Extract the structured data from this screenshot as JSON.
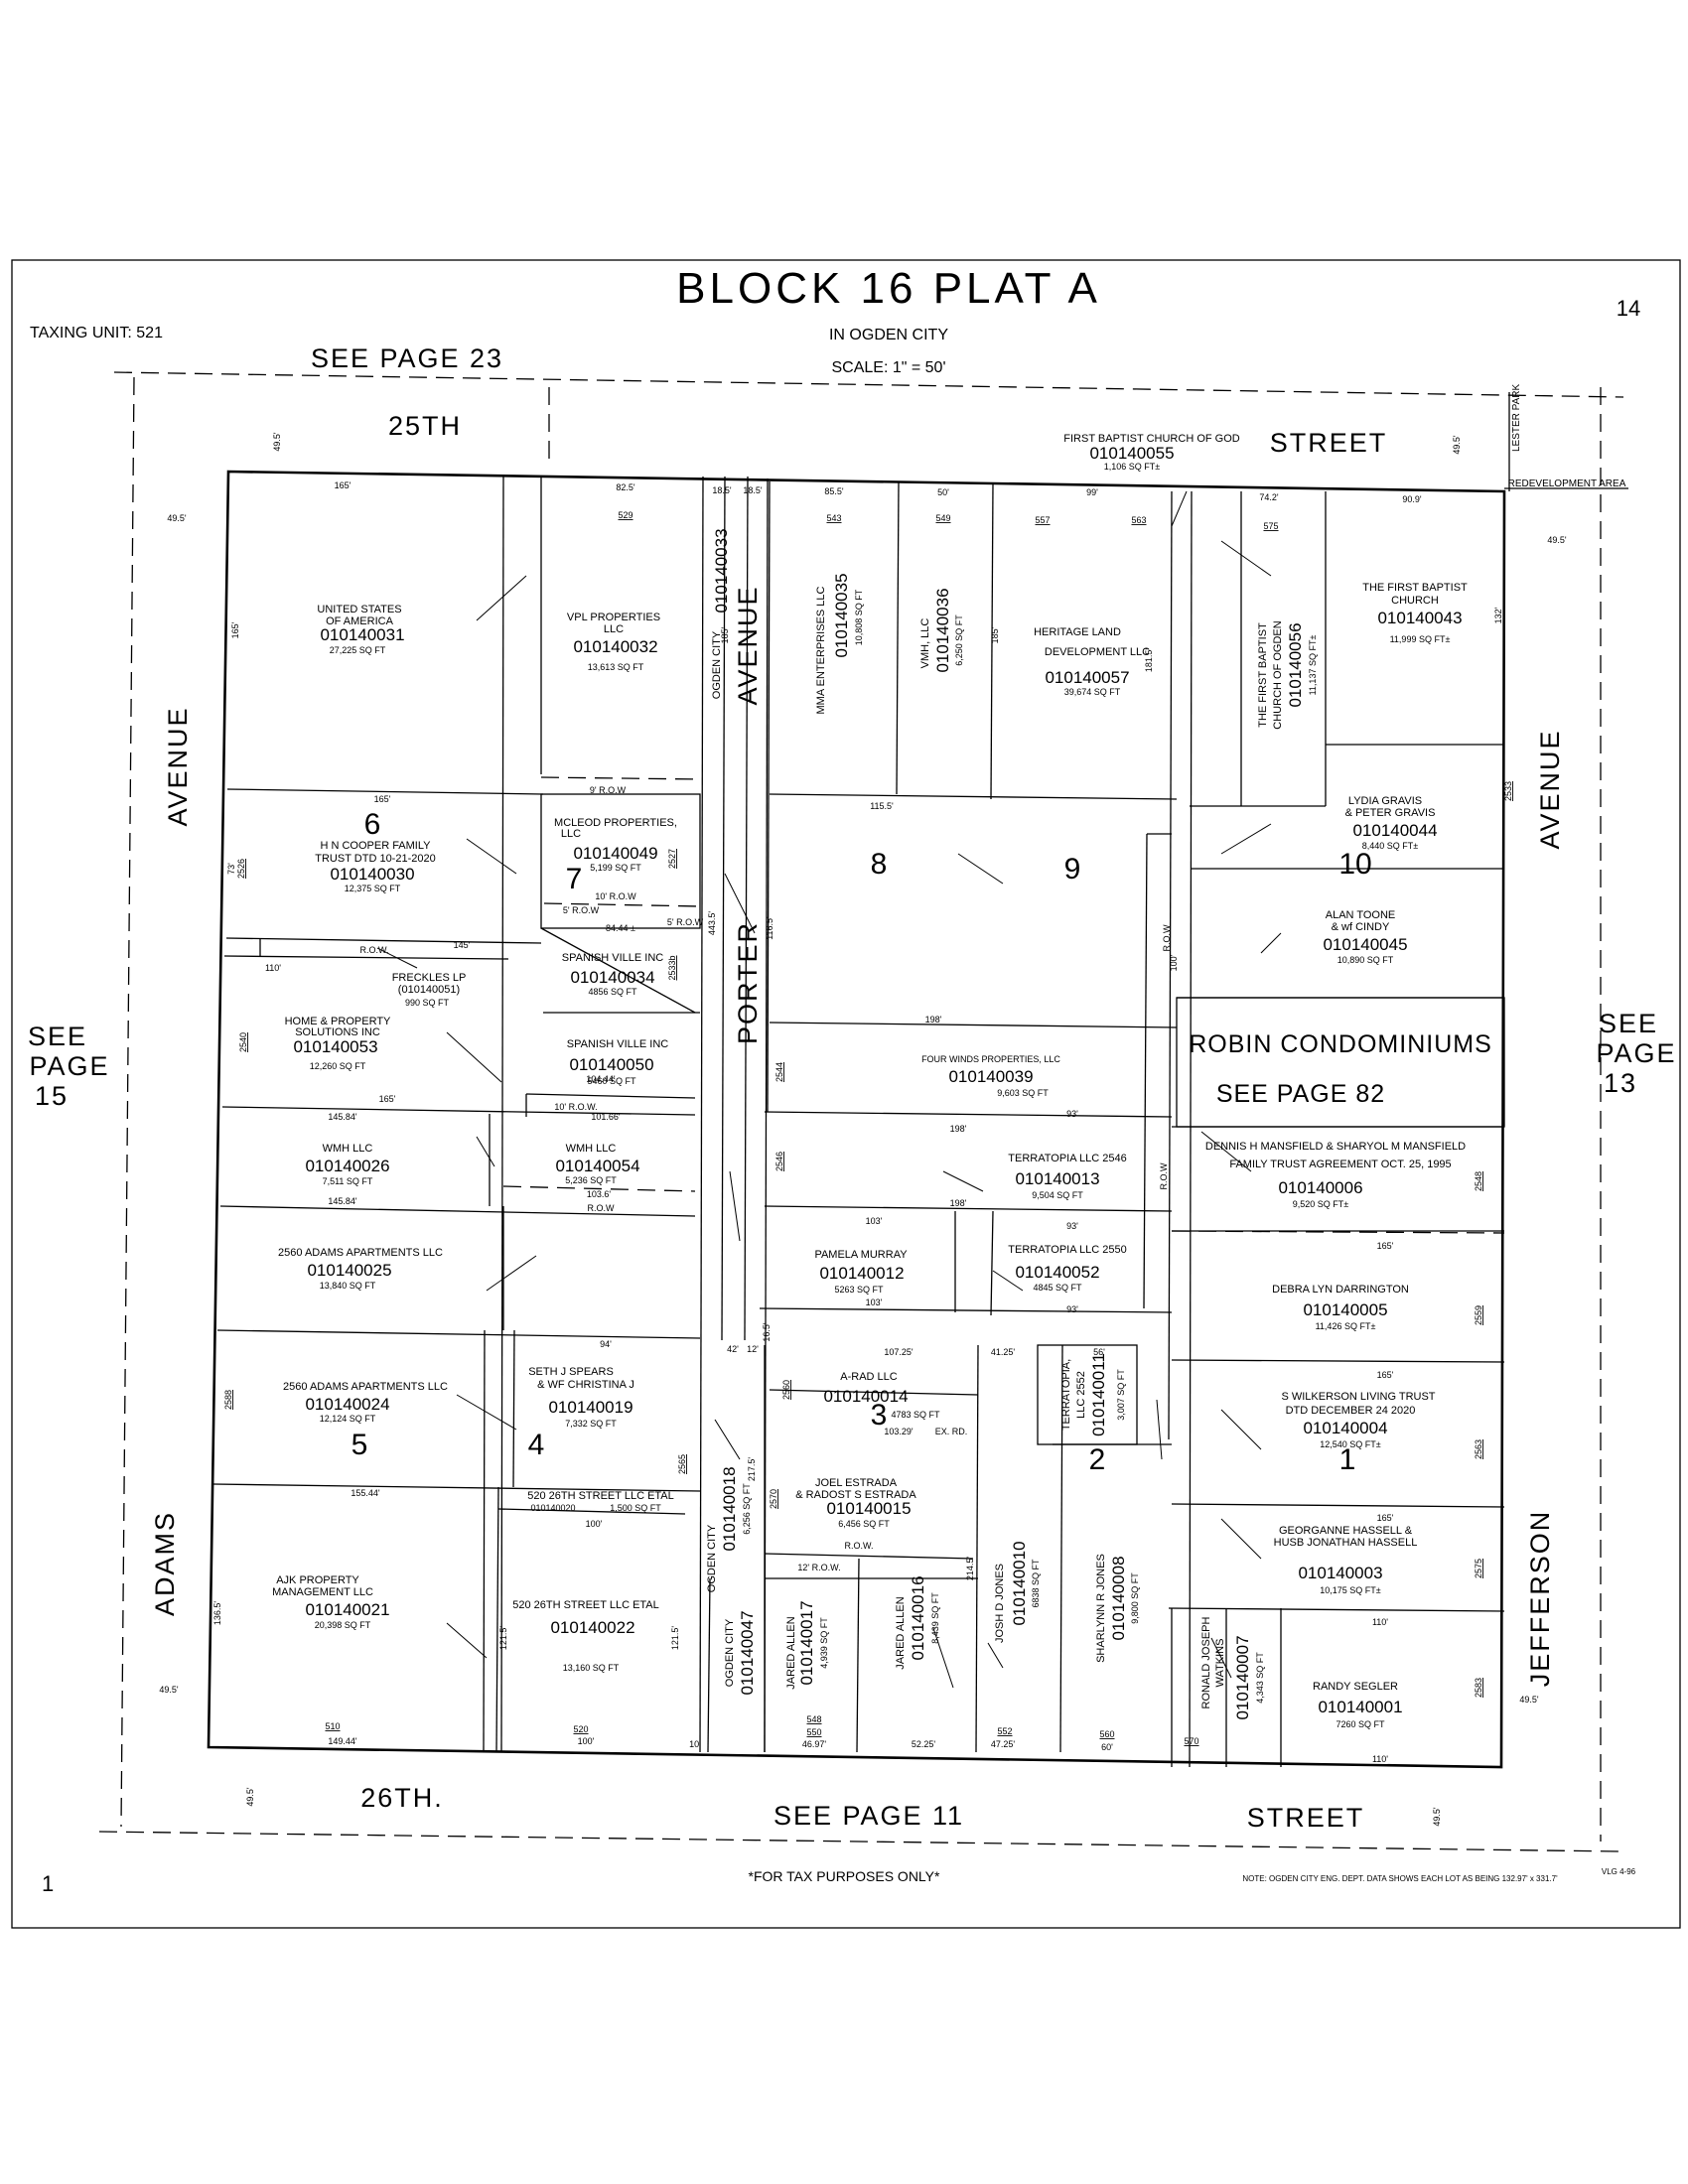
{
  "title": "BLOCK 16 PLAT A",
  "subtitle": "IN OGDEN CITY",
  "scale": "SCALE: 1\" = 50'",
  "page_number": "14",
  "taxing_unit": "TAXING UNIT: 521",
  "corner_number": "1",
  "footer_note": "*FOR TAX PURPOSES ONLY*",
  "eng_note": "NOTE: OGDEN CITY ENG. DEPT. DATA SHOWS EACH LOT AS BEING 132.97' x 331.7'",
  "revision": "VLG 4-96",
  "see_pages": {
    "top": "SEE PAGE 23",
    "bottom": "SEE PAGE 11",
    "left_1": "SEE",
    "left_2": "PAGE",
    "left_3": "15",
    "right_1": "SEE",
    "right_2": "PAGE",
    "right_3": "13"
  },
  "streets": {
    "top_left": "25TH",
    "top_right": "STREET",
    "bottom_left": "26TH.",
    "bottom_right": "STREET",
    "left_avenue": "AVENUE",
    "left_adams": "ADAMS",
    "right_avenue": "AVENUE",
    "right_jefferson": "JEFFERSON",
    "porter": "PORTER",
    "porter_avenue": "AVENUE",
    "lester_park": "LESTER PARK",
    "redevelopment": "REDEVELOPMENT AREA"
  },
  "condo": {
    "name": "ROBIN CONDOMINIUMS",
    "see": "SEE PAGE 82"
  },
  "parcels": [
    {
      "owner": "UNITED STATES",
      "owner2": "OF AMERICA",
      "id": "010140031",
      "area": "27,225 SQ FT"
    },
    {
      "owner": "VPL PROPERTIES",
      "owner2": "LLC",
      "id": "010140032",
      "area": "13,613 SQ FT"
    },
    {
      "owner": "H N COOPER FAMILY",
      "owner2": "TRUST DTD 10-21-2020",
      "id": "010140030",
      "area": "12,375 SQ FT"
    },
    {
      "owner": "MCLEOD PROPERTIES,",
      "owner2": "LLC",
      "id": "010140049",
      "area": "5,199 SQ FT"
    },
    {
      "owner": "FRECKLES LP",
      "owner2": "(010140051)",
      "id": "",
      "area": "990 SQ FT"
    },
    {
      "owner": "HOME & PROPERTY",
      "owner2": "SOLUTIONS INC",
      "id": "010140053",
      "area": "12,260 SQ FT"
    },
    {
      "owner": "SPANISH VILLE INC",
      "owner2": "",
      "id": "010140034",
      "area": "4856 SQ FT"
    },
    {
      "owner": "SPANISH VILLE INC",
      "owner2": "",
      "id": "010140050",
      "area": "5460 SQ FT"
    },
    {
      "owner": "WMH LLC",
      "owner2": "",
      "id": "010140026",
      "area": "7,511 SQ FT"
    },
    {
      "owner": "WMH LLC",
      "owner2": "",
      "id": "010140054",
      "area": "5,236 SQ FT"
    },
    {
      "owner": "2560 ADAMS APARTMENTS LLC",
      "owner2": "",
      "id": "010140025",
      "area": "13,840 SQ FT"
    },
    {
      "owner": "2560 ADAMS APARTMENTS LLC",
      "owner2": "",
      "id": "010140024",
      "area": "12,124 SQ FT"
    },
    {
      "owner": "SETH J SPEARS",
      "owner2": "& WF CHRISTINA J",
      "id": "010140019",
      "area": "7,332 SQ FT"
    },
    {
      "owner": "520 26TH STREET LLC ETAL",
      "owner2": "",
      "id": "010140020",
      "area": "1,500 SQ FT"
    },
    {
      "owner": "AJK PROPERTY",
      "owner2": "MANAGEMENT LLC",
      "id": "010140021",
      "area": "20,398 SQ FT"
    },
    {
      "owner": "520 26TH STREET LLC ETAL",
      "owner2": "",
      "id": "010140022",
      "area": "13,160 SQ FT"
    },
    {
      "owner": "MMA ENTERPRISES LLC",
      "owner2": "",
      "id": "010140035",
      "area": "10,808 SQ FT"
    },
    {
      "owner": "VMH, LLC",
      "owner2": "",
      "id": "010140036",
      "area": "6,250 SQ FT"
    },
    {
      "owner": "HERITAGE LAND",
      "owner2": "DEVELOPMENT LLC",
      "id": "010140057",
      "area": "39,674 SQ FT"
    },
    {
      "owner": "FIRST BAPTIST CHURCH OF GOD",
      "owner2": "",
      "id": "010140055",
      "area": "1,106 SQ FT±"
    },
    {
      "owner": "THE FIRST BAPTIST",
      "owner2": "CHURCH OF OGDEN",
      "id": "010140056",
      "area": "11,137 SQ FT±"
    },
    {
      "owner": "THE FIRST BAPTIST",
      "owner2": "CHURCH",
      "id": "010140043",
      "area": "11,999 SQ FT±"
    },
    {
      "owner": "LYDIA GRAVIS",
      "owner2": "& PETER GRAVIS",
      "id": "010140044",
      "area": "8,440 SQ FT±"
    },
    {
      "owner": "ALAN TOONE",
      "owner2": "& wf CINDY",
      "id": "010140045",
      "area": "10,890 SQ FT"
    },
    {
      "owner": "FOUR WINDS PROPERTIES, LLC",
      "owner2": "",
      "id": "010140039",
      "area": "9,603 SQ FT"
    },
    {
      "owner": "TERRATOPIA LLC 2546",
      "owner2": "",
      "id": "010140013",
      "area": "9,504 SQ FT"
    },
    {
      "owner": "DENNIS H MANSFIELD & SHARYOL M MANSFIELD",
      "owner2": "FAMILY TRUST AGREEMENT OCT. 25, 1995",
      "id": "010140006",
      "area": "9,520 SQ FT±"
    },
    {
      "owner": "PAMELA MURRAY",
      "owner2": "",
      "id": "010140012",
      "area": "5263 SQ FT"
    },
    {
      "owner": "TERRATOPIA LLC 2550",
      "owner2": "",
      "id": "010140052",
      "area": "4845 SQ FT"
    },
    {
      "owner": "DEBRA LYN DARRINGTON",
      "owner2": "",
      "id": "010140005",
      "area": "11,426 SQ FT±"
    },
    {
      "owner": "A-RAD LLC",
      "owner2": "",
      "id": "010140014",
      "area": "4783 SQ FT"
    },
    {
      "owner": "TERRATOPIA,",
      "owner2": "LLC 2552",
      "id": "010140011",
      "area": "3,007 SQ FT"
    },
    {
      "owner": "S WILKERSON LIVING TRUST",
      "owner2": "DTD DECEMBER 24 2020",
      "id": "010140004",
      "area": "12,540 SQ FT±"
    },
    {
      "owner": "JOEL ESTRADA",
      "owner2": "& RADOST S ESTRADA",
      "id": "010140015",
      "area": "6,456 SQ FT"
    },
    {
      "owner": "OGDEN CITY",
      "owner2": "",
      "id": "010140018",
      "area": "6,256 SQ FT"
    },
    {
      "owner": "GEORGANNE HASSELL &",
      "owner2": "HUSB JONATHAN HASSELL",
      "id": "010140003",
      "area": "10,175 SQ FT±"
    },
    {
      "owner": "OGDEN CITY",
      "owner2": "",
      "id": "010140047",
      "area": ""
    },
    {
      "owner": "JARED ALLEN",
      "owner2": "",
      "id": "010140017",
      "area": "4,939 SQ FT"
    },
    {
      "owner": "JARED ALLEN",
      "owner2": "",
      "id": "010140016",
      "area": "8,439 SQ FT"
    },
    {
      "owner": "JOSH D JONES",
      "owner2": "",
      "id": "010140010",
      "area": "6838 SQ FT"
    },
    {
      "owner": "SHARLYNN R JONES",
      "owner2": "",
      "id": "010140008",
      "area": "9,800 SQ FT"
    },
    {
      "owner": "RONALD JOSEPH",
      "owner2": "WATKINS",
      "id": "010140007",
      "area": "4,343 SQ FT"
    },
    {
      "owner": "RANDY SEGLER",
      "owner2": "",
      "id": "010140001",
      "area": "7260 SQ FT"
    },
    {
      "owner": "OGDEN CITY",
      "owner2": "",
      "id": "010140033",
      "area": ""
    }
  ],
  "lot_numbers": [
    "6",
    "7",
    "8",
    "9",
    "10",
    "5",
    "4",
    "3",
    "2",
    "1"
  ],
  "dimensions": {
    "d165": "165'",
    "d82_5": "82.5'",
    "d18_5": "18.5'",
    "d85_5": "85.5'",
    "d50": "50'",
    "d99": "99'",
    "d74_2": "74.2'",
    "d90_9": "90.9'",
    "d49_5": "49.5'",
    "d132": "132'",
    "d185": "185'",
    "d181_5": "181.5'",
    "d115_5": "115.5'",
    "d116_5": "116.5'",
    "d73": "73'",
    "d145": "145'",
    "d110": "110'",
    "d198": "198'",
    "d100": "100'",
    "d93": "93'",
    "d103": "103'",
    "d94": "94'",
    "d107_25": "107.25'",
    "d41_25": "41.25'",
    "d56": "56'",
    "d155_44": "155.44'",
    "d145_84": "145.84'",
    "d101_66": "101.66'",
    "d104_44": "104.44'",
    "d84_44": "84.44 ±",
    "d103_6": "103.6'",
    "d149_44": "149.44'",
    "d46_97": "46.97'",
    "d52_25": "52.25'",
    "d47_25": "47.25'",
    "d60": "60'",
    "d121_5": "121.5'",
    "d136_5": "136.5'",
    "d443_5": "443.5'",
    "d217_5": "217.5'",
    "d214_5": "214.5'",
    "d103_29": "103.29'",
    "d12": "12'",
    "d42": "42'",
    "d16_5": "16.5'",
    "d10": "10'",
    "d9_row": "9' R.O.W",
    "d10_row": "10' R.O.W",
    "d5_row": "5' R.O.W",
    "d12_row": "12' R.O.W.",
    "d10_row2": "10' R.O.W.",
    "row": "R.O.W.",
    "row2": "R.O.W",
    "ex_rd": "EX. RD."
  },
  "addresses": [
    "529",
    "543",
    "549",
    "557",
    "563",
    "575",
    "2533",
    "2526",
    "2540",
    "2544",
    "2546",
    "2548",
    "2559",
    "2563",
    "2575",
    "2583",
    "2588",
    "2565",
    "2560",
    "2570",
    "510",
    "520",
    "548",
    "550",
    "552",
    "560",
    "570",
    "2527",
    "2533b"
  ]
}
